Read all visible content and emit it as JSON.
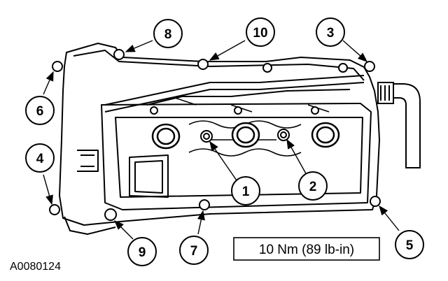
{
  "figure_id": "A0080124",
  "torque_spec": "10 Nm (89 lb-in)",
  "callouts": [
    {
      "id": "1",
      "label": "1"
    },
    {
      "id": "2",
      "label": "2"
    },
    {
      "id": "3",
      "label": "3"
    },
    {
      "id": "4",
      "label": "4"
    },
    {
      "id": "5",
      "label": "5"
    },
    {
      "id": "6",
      "label": "6"
    },
    {
      "id": "7",
      "label": "7"
    },
    {
      "id": "8",
      "label": "8"
    },
    {
      "id": "9",
      "label": "9"
    },
    {
      "id": "10",
      "label": "10"
    }
  ]
}
